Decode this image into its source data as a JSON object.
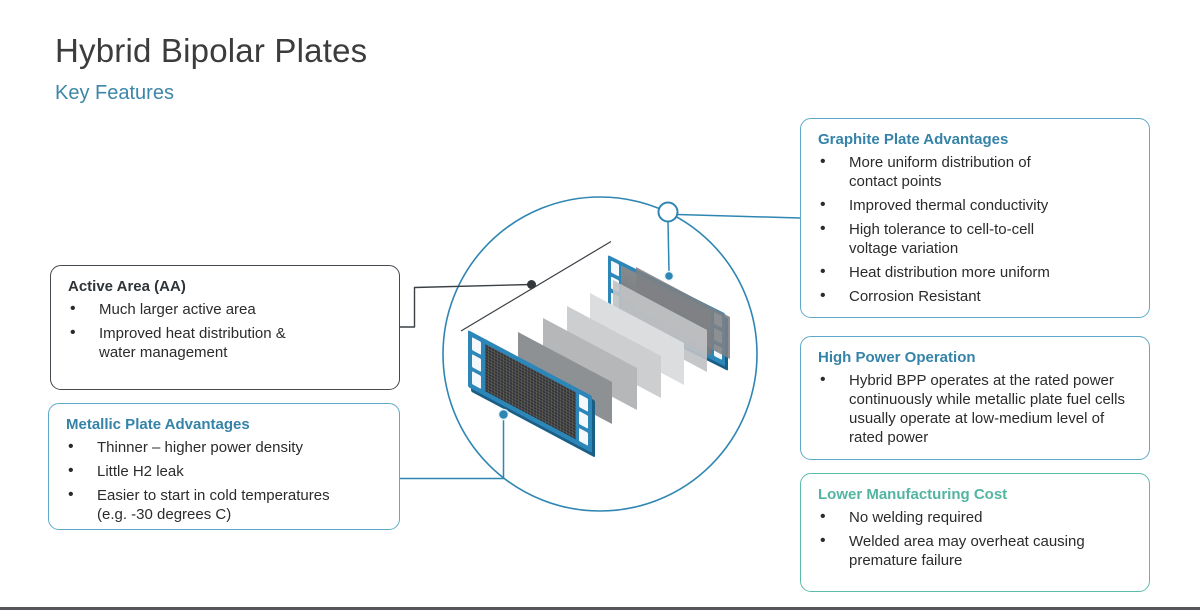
{
  "slide": {
    "title": "Hybrid Bipolar Plates",
    "subtitle": "Key Features"
  },
  "colors": {
    "accent_blue": "#3583a8",
    "accent_teal": "#52b5a2",
    "connector_blue": "#2f86b3",
    "connector_dark": "#3b4045",
    "plate_blue": "#2d86b8",
    "title_gray": "#3c3c3c"
  },
  "boxes": {
    "active_area": {
      "title": "Active Area (AA)",
      "bullets": [
        "Much larger active area",
        "Improved heat distribution &\nwater management"
      ]
    },
    "metallic": {
      "title": "Metallic Plate Advantages",
      "bullets": [
        "Thinner – higher power density",
        "Little H2 leak",
        "Easier to start in cold temperatures\n(e.g. -30 degrees C)"
      ]
    },
    "graphite": {
      "title": "Graphite Plate Advantages",
      "bullets": [
        "More uniform distribution of\ncontact points",
        "Improved thermal conductivity",
        "High tolerance to cell-to-cell\nvoltage variation",
        "Heat distribution more uniform",
        "Corrosion Resistant"
      ]
    },
    "high_power": {
      "title": "High Power Operation",
      "bullets": [
        "Hybrid BPP operates at the rated power\ncontinuously while metallic plate fuel cells\nusually operate at low-medium level of\nrated power"
      ]
    },
    "lower_cost": {
      "title": "Lower Manufacturing Cost",
      "bullets": [
        "No welding required",
        "Welded area may overheat causing\npremature failure"
      ]
    }
  }
}
